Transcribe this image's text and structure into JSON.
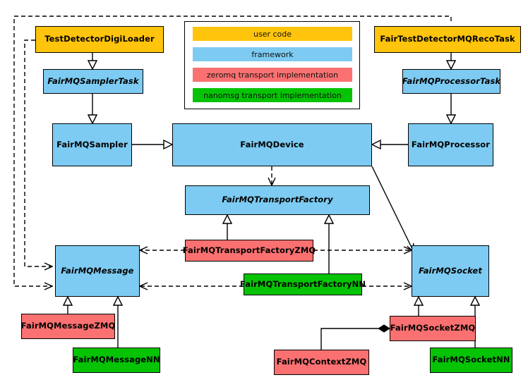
{
  "diagram": {
    "title": "FairMQ class diagram",
    "type": "uml-class-diagram"
  },
  "legend": {
    "items": [
      {
        "label": "user code",
        "color": "#FFC40B",
        "key": "user"
      },
      {
        "label": "framework",
        "color": "#7DCBF2",
        "key": "framework"
      },
      {
        "label": "zeromq transport implementation",
        "color": "#FB7171",
        "key": "zmq"
      },
      {
        "label": "nanomsg transport implementation",
        "color": "#06C306",
        "key": "nn"
      }
    ]
  },
  "nodes": {
    "test_detector_digi_loader": {
      "label": "TestDetectorDigiLoader",
      "category": "user code",
      "abstract": false
    },
    "fairmq_sampler_task": {
      "label": "FairMQSamplerTask",
      "category": "framework",
      "abstract": true
    },
    "fairmq_sampler": {
      "label": "FairMQSampler",
      "category": "framework",
      "abstract": false
    },
    "fairmq_device": {
      "label": "FairMQDevice",
      "category": "framework",
      "abstract": false
    },
    "fairmq_processor": {
      "label": "FairMQProcessor",
      "category": "framework",
      "abstract": false
    },
    "fairmq_processor_task": {
      "label": "FairMQProcessorTask",
      "category": "framework",
      "abstract": true
    },
    "fair_test_detector_mq_reco_task": {
      "label": "FairTestDetectorMQRecoTask",
      "category": "user code",
      "abstract": false
    },
    "fairmq_transport_factory": {
      "label": "FairMQTransportFactory",
      "category": "framework",
      "abstract": true
    },
    "fairmq_transport_factory_zmq": {
      "label": "FairMQTransportFactoryZMQ",
      "category": "zeromq transport implementation",
      "abstract": false
    },
    "fairmq_transport_factory_nn": {
      "label": "FairMQTransportFactoryNN",
      "category": "nanomsg transport implementation",
      "abstract": false
    },
    "fairmq_message": {
      "label": "FairMQMessage",
      "category": "framework",
      "abstract": true
    },
    "fairmq_socket": {
      "label": "FairMQSocket",
      "category": "framework",
      "abstract": true
    },
    "fairmq_message_zmq": {
      "label": "FairMQMessageZMQ",
      "category": "zeromq transport implementation",
      "abstract": false
    },
    "fairmq_message_nn": {
      "label": "FairMQMessageNN",
      "category": "nanomsg transport implementation",
      "abstract": false
    },
    "fairmq_socket_zmq": {
      "label": "FairMQSocketZMQ",
      "category": "zeromq transport implementation",
      "abstract": false
    },
    "fairmq_socket_nn": {
      "label": "FairMQSocketNN",
      "category": "nanomsg transport implementation",
      "abstract": false
    },
    "fairmq_context_zmq": {
      "label": "FairMQContextZMQ",
      "category": "zeromq transport implementation",
      "abstract": false
    }
  },
  "relations": [
    {
      "from": "test_detector_digi_loader",
      "to": "fairmq_sampler_task",
      "type": "generalization"
    },
    {
      "from": "fair_test_detector_mq_reco_task",
      "to": "fairmq_processor_task",
      "type": "generalization"
    },
    {
      "from": "fairmq_sampler_task",
      "to": "fairmq_sampler",
      "type": "generalization"
    },
    {
      "from": "fairmq_processor_task",
      "to": "fairmq_processor",
      "type": "generalization"
    },
    {
      "from": "fairmq_sampler",
      "to": "fairmq_device",
      "type": "generalization"
    },
    {
      "from": "fairmq_processor",
      "to": "fairmq_device",
      "type": "generalization"
    },
    {
      "from": "fairmq_device",
      "to": "fairmq_transport_factory",
      "type": "dependency"
    },
    {
      "from": "fairmq_device",
      "to": "fairmq_socket",
      "type": "association"
    },
    {
      "from": "fairmq_transport_factory_zmq",
      "to": "fairmq_transport_factory",
      "type": "generalization"
    },
    {
      "from": "fairmq_transport_factory_nn",
      "to": "fairmq_transport_factory",
      "type": "generalization"
    },
    {
      "from": "fairmq_transport_factory_zmq",
      "to": "fairmq_message",
      "type": "dependency"
    },
    {
      "from": "fairmq_transport_factory_zmq",
      "to": "fairmq_socket",
      "type": "dependency"
    },
    {
      "from": "fairmq_transport_factory_nn",
      "to": "fairmq_message",
      "type": "dependency"
    },
    {
      "from": "fairmq_transport_factory_nn",
      "to": "fairmq_socket",
      "type": "dependency"
    },
    {
      "from": "test_detector_digi_loader",
      "to": "fairmq_message",
      "type": "dependency"
    },
    {
      "from": "fair_test_detector_mq_reco_task",
      "to": "fairmq_message",
      "type": "dependency"
    },
    {
      "from": "fairmq_message_zmq",
      "to": "fairmq_message",
      "type": "generalization"
    },
    {
      "from": "fairmq_message_nn",
      "to": "fairmq_message",
      "type": "generalization"
    },
    {
      "from": "fairmq_socket_zmq",
      "to": "fairmq_socket",
      "type": "generalization"
    },
    {
      "from": "fairmq_socket_nn",
      "to": "fairmq_socket",
      "type": "generalization"
    },
    {
      "from": "fairmq_socket_zmq",
      "to": "fairmq_context_zmq",
      "type": "composition"
    }
  ],
  "colors": {
    "user_code": "#FFC40B",
    "framework": "#7DCBF2",
    "zeromq": "#FB7171",
    "nanomsg": "#06C306",
    "stroke": "#000000",
    "background": "#FFFFFF"
  }
}
